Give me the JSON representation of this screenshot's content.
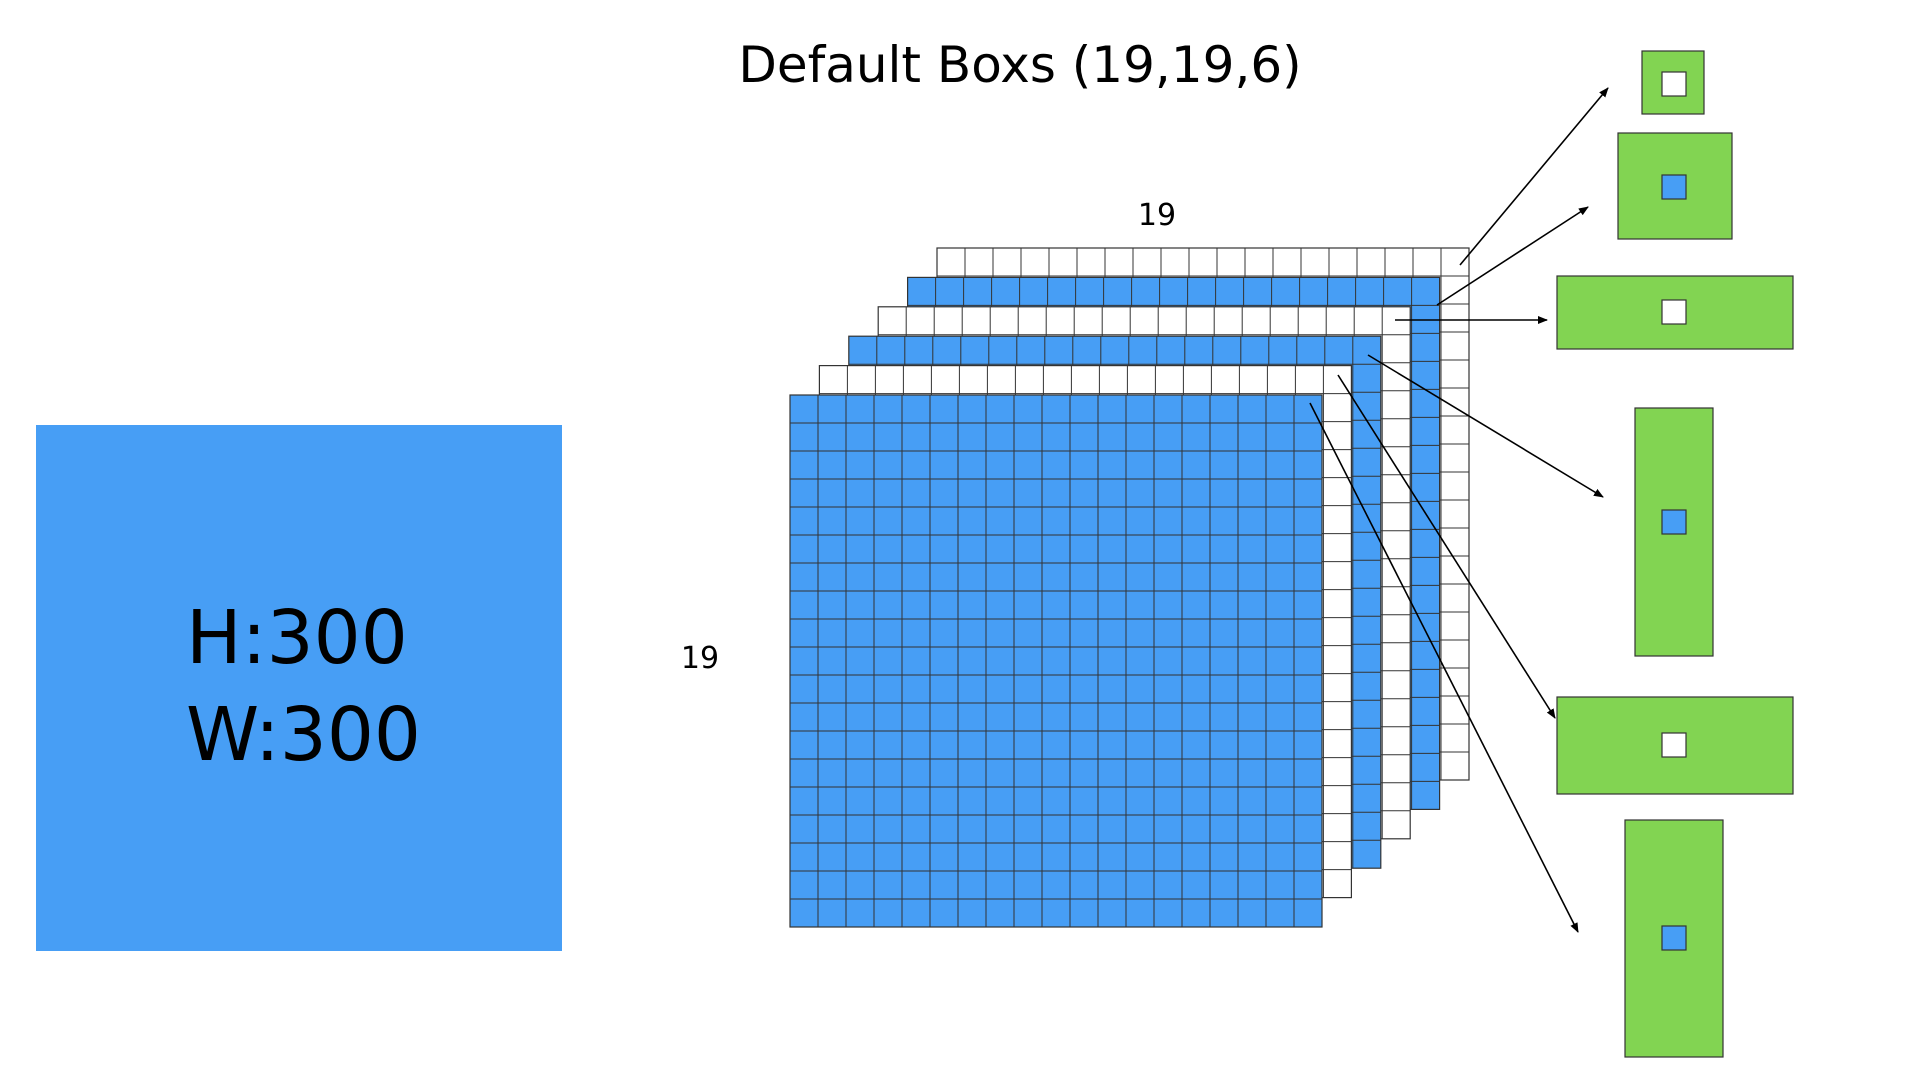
{
  "title": "Default Boxs (19,19,6)",
  "input_image": {
    "line1": "H:300",
    "line2": "W:300"
  },
  "feature_map": {
    "grid_width": 19,
    "grid_height": 19,
    "num_layers": 6,
    "width_label": "19",
    "height_label": "19"
  },
  "default_boxes": [
    {
      "shape": "small-square",
      "center": "white"
    },
    {
      "shape": "large-square",
      "center": "blue"
    },
    {
      "shape": "wide",
      "center": "white"
    },
    {
      "shape": "tall",
      "center": "blue"
    },
    {
      "shape": "wide",
      "center": "white"
    },
    {
      "shape": "tall",
      "center": "blue"
    }
  ],
  "colors": {
    "blue": "#479ef5",
    "green": "#82d452",
    "white": "#ffffff",
    "grid_line": "#333333",
    "text": "#000000"
  }
}
